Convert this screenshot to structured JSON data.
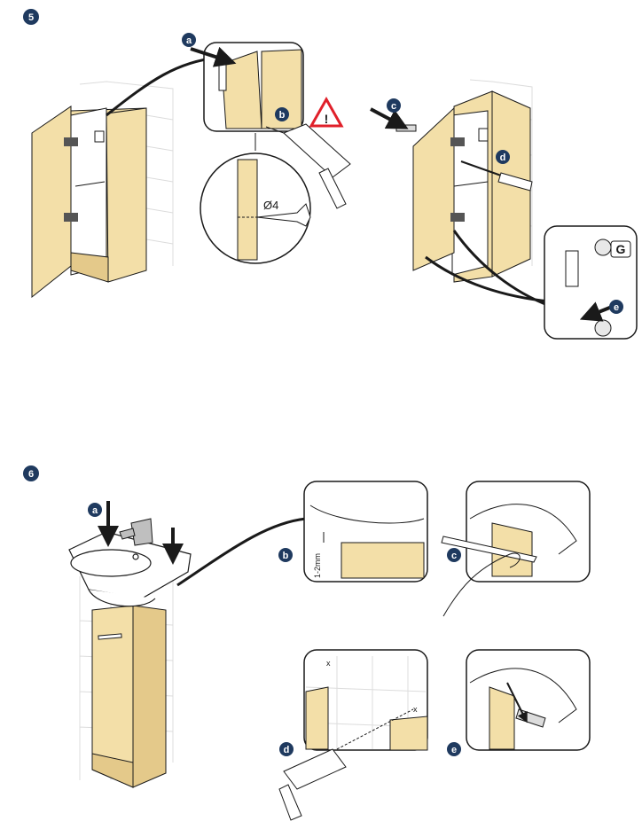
{
  "steps": [
    {
      "number": "5",
      "substeps": {
        "a": "a",
        "b": "b",
        "c": "c",
        "d": "d",
        "e": "e"
      },
      "drill_size": "Ø4",
      "hinge_cap_letter": "G"
    },
    {
      "number": "6",
      "substeps": {
        "a": "a",
        "b": "b",
        "c": "c",
        "d": "d",
        "e": "e"
      },
      "gap_label": "1-2mm",
      "mark_left": "x",
      "mark_right": "x"
    }
  ],
  "colors": {
    "badge": "#1f3a5f",
    "wood": "#f3dfa8",
    "wood_dark": "#e4c98a",
    "outline": "#1a1a1a",
    "warning": "#e0202a",
    "tile": "#ececec"
  },
  "icons": [
    "warning-triangle-icon",
    "drill-icon",
    "screwdriver-icon",
    "pencil-icon",
    "arrow-icon"
  ]
}
